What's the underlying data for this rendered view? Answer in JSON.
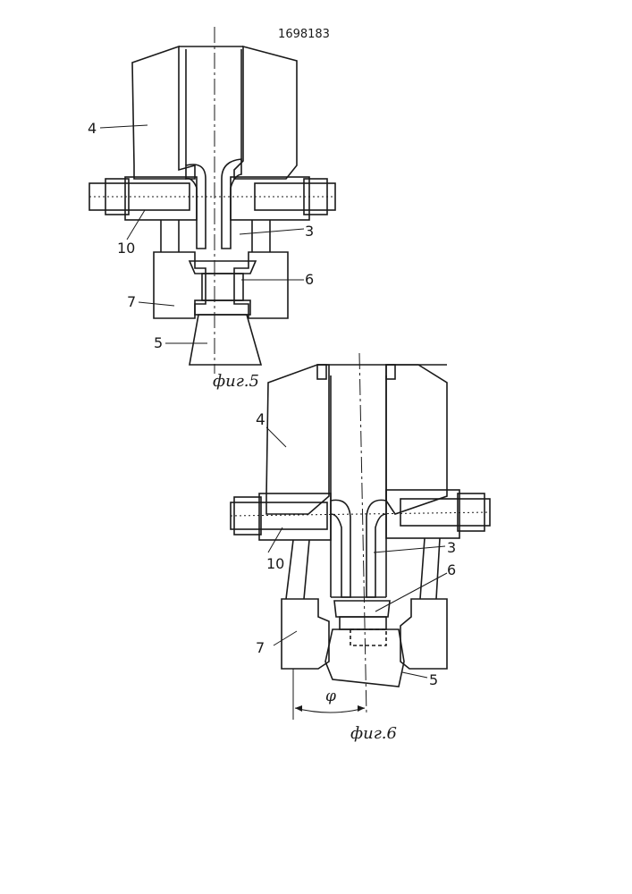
{
  "patent_number": "1698183",
  "figures": [
    {
      "caption": "фиг.5",
      "labels": {
        "body": "4",
        "insert": "3",
        "bolt": "10",
        "ring": "6",
        "clamp": "7",
        "tube": "5"
      }
    },
    {
      "caption": "фиг.6",
      "labels": {
        "body": "4",
        "insert": "3",
        "bolt": "10",
        "ring": "6",
        "clamp": "7",
        "tube": "5",
        "angle": "φ"
      }
    }
  ],
  "colors": {
    "ink": "#1a1a1a",
    "paper": "#ffffff"
  }
}
